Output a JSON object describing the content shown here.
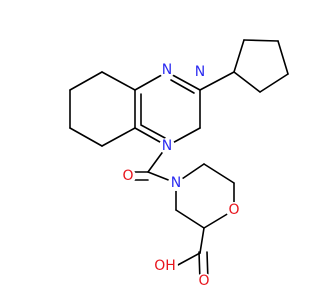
{
  "molecule": {
    "colors": {
      "bond": "#000000",
      "nitrogen": "#2c2cf0",
      "oxygen": "#e8141c",
      "background": "#ffffff"
    },
    "atoms": {
      "n_pyrimidine_top": "N",
      "n_pyrimidine_bottom": "N",
      "n_pyrrolidine": "N",
      "o_carbonyl": "O",
      "n_morpholine": "N",
      "o_morpholine": "O",
      "oh_acid": "OH",
      "o_acid_carbonyl": "O"
    }
  }
}
